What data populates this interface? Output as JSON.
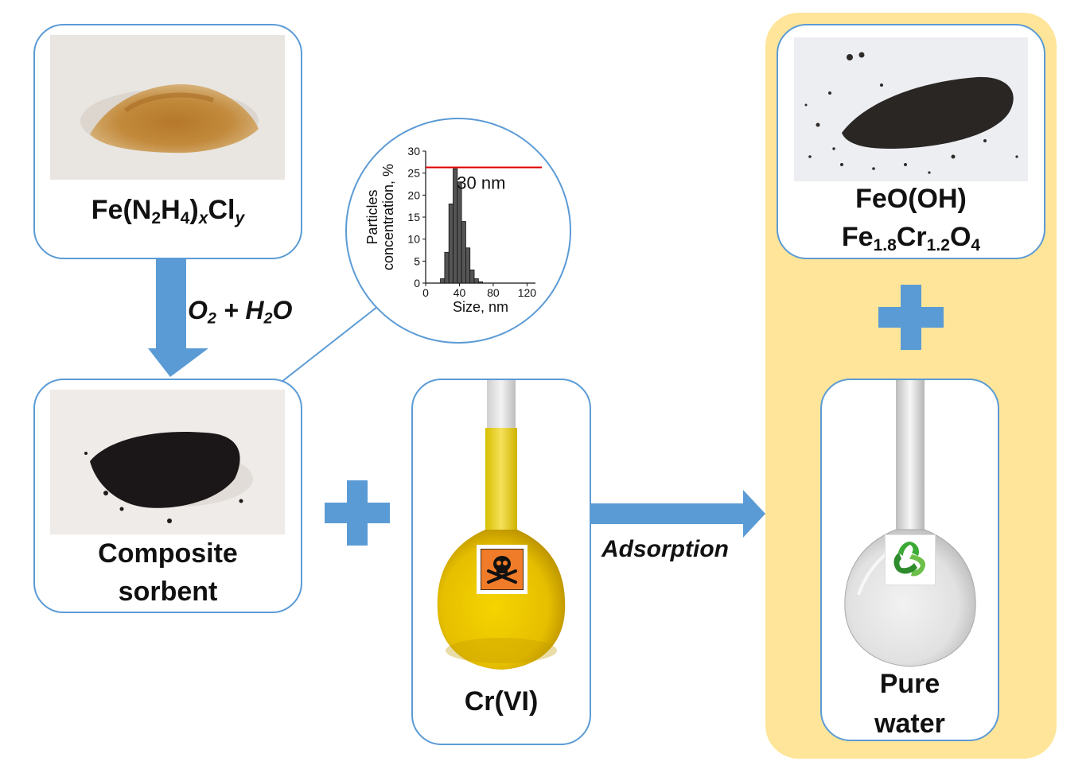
{
  "labels": {
    "precursor": {
      "base1": "Fe(N",
      "sub1": "2",
      "base2": "H",
      "sub2": "4",
      "base3": ")",
      "sub3": "x",
      "base4": "Cl",
      "sub4": "y"
    },
    "composite_line1": "Composite",
    "composite_line2": "sorbent",
    "chromium": "Cr(VI)",
    "product_line1": "FeO(OH)",
    "product_line2": {
      "base1": "Fe",
      "sub1": "1.8",
      "base2": "Cr",
      "sub2": "1.2",
      "base3": "O",
      "sub3": "4"
    },
    "water_line1": "Pure",
    "water_line2": "water"
  },
  "arrows": {
    "reaction": {
      "base1": "O",
      "sub1": "2",
      "mid": " + H",
      "sub2": "2",
      "base2": "O"
    },
    "process": "Adsorption"
  },
  "icons": {
    "hazard": "skull-crossbones-icon",
    "recycle": "recycle-leaf-icon"
  },
  "colors": {
    "box_border": "#5b9bd5",
    "arrow": "#5b9bd5",
    "highlight": "#ffe599",
    "fit_line": "#e00000",
    "hazard_bg": "#f07c2a"
  },
  "chart_data": {
    "type": "bar",
    "x": [
      20,
      25,
      30,
      35,
      40,
      45,
      50,
      55,
      60,
      65
    ],
    "values": [
      1,
      7,
      18,
      26,
      23,
      14,
      8,
      3,
      1,
      0.3
    ],
    "xlabel": "Size, nm",
    "ylabel_line1": "Particles",
    "ylabel_line2": "concentration, %",
    "xlim": [
      0,
      130
    ],
    "ylim": [
      0,
      30
    ],
    "xticks": [
      0,
      40,
      80,
      120
    ],
    "yticks": [
      0,
      5,
      10,
      15,
      20,
      25,
      30
    ],
    "reference_line_y": 26.3,
    "annotation": "30 nm"
  }
}
